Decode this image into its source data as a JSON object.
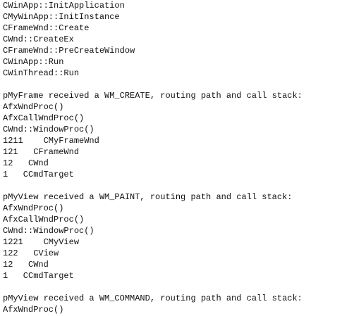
{
  "output": {
    "blocks": [
      {
        "lines": [
          "CWinApp::InitApplication",
          "CMyWinApp::InitInstance",
          "CFrameWnd::Create",
          "CWnd::CreateEx",
          "CFrameWnd::PreCreateWindow",
          "CWinApp::Run",
          "CWinThread::Run"
        ]
      },
      {
        "lines": [
          "pMyFrame received a WM_CREATE, routing path and call stack:",
          "AfxWndProc()",
          "AfxCallWndProc()",
          "CWnd::WindowProc()",
          "1211    CMyFrameWnd",
          "121   CFrameWnd",
          "12   CWnd",
          "1   CCmdTarget"
        ]
      },
      {
        "lines": [
          "pMyView received a WM_PAINT, routing path and call stack:",
          "AfxWndProc()",
          "AfxCallWndProc()",
          "CWnd::WindowProc()",
          "1221    CMyView",
          "122   CView",
          "12   CWnd",
          "1   CCmdTarget"
        ]
      },
      {
        "lines": [
          "pMyView received a WM_COMMAND, routing path and call stack:",
          "AfxWndProc()"
        ]
      }
    ]
  }
}
